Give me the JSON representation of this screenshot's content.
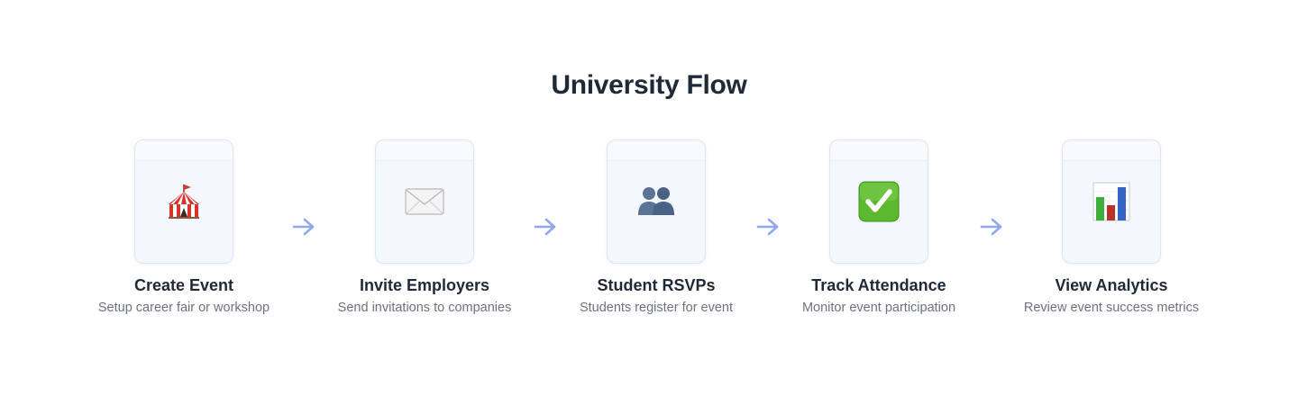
{
  "title": "University Flow",
  "steps": [
    {
      "label": "Create Event",
      "description": "Setup career fair or workshop",
      "icon": "circus-tent-icon"
    },
    {
      "label": "Invite Employers",
      "description": "Send invitations to companies",
      "icon": "envelope-icon"
    },
    {
      "label": "Student RSVPs",
      "description": "Students register for event",
      "icon": "people-icon"
    },
    {
      "label": "Track Attendance",
      "description": "Monitor event participation",
      "icon": "check-mark-icon"
    },
    {
      "label": "View Analytics",
      "description": "Review event success metrics",
      "icon": "bar-chart-icon"
    }
  ],
  "colors": {
    "arrow": "#8fa8ee",
    "card_border": "#dbe5f7",
    "card_bg": "#f3f7fe",
    "title": "#1f2937",
    "description": "#6b7280"
  }
}
